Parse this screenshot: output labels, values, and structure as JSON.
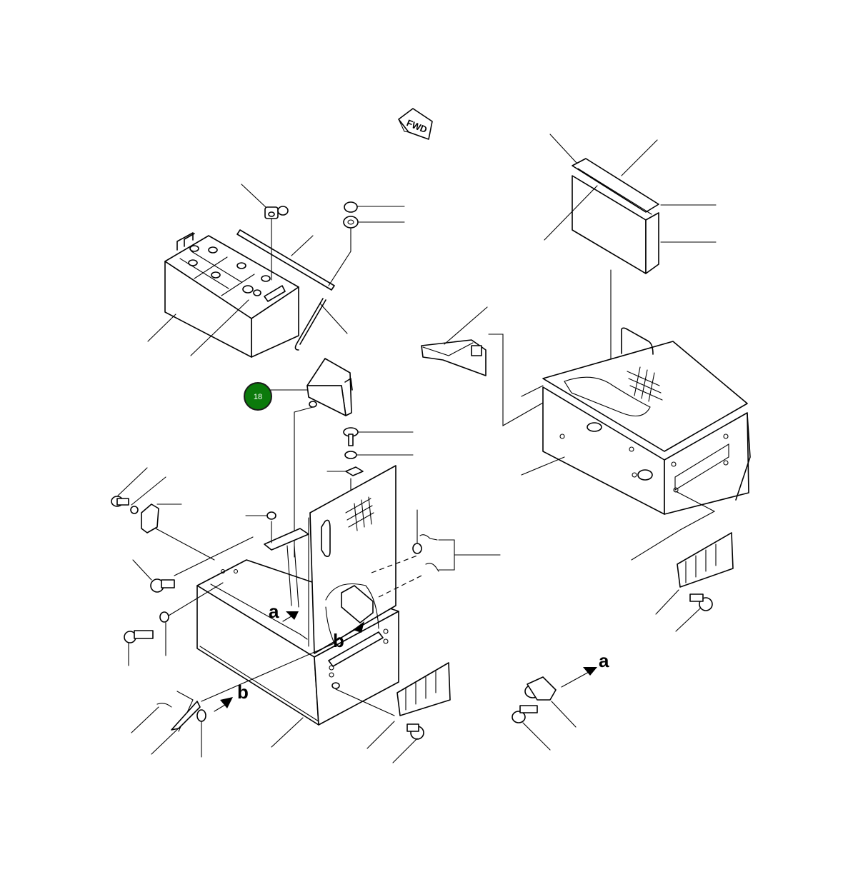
{
  "diagram": {
    "fwd_label": "FWD",
    "view_labels": {
      "a": "a",
      "b": "b"
    },
    "callouts": [
      {
        "id": "18",
        "label": "18",
        "color": "#0b7a0b",
        "border": "#1a1a1a"
      }
    ]
  }
}
